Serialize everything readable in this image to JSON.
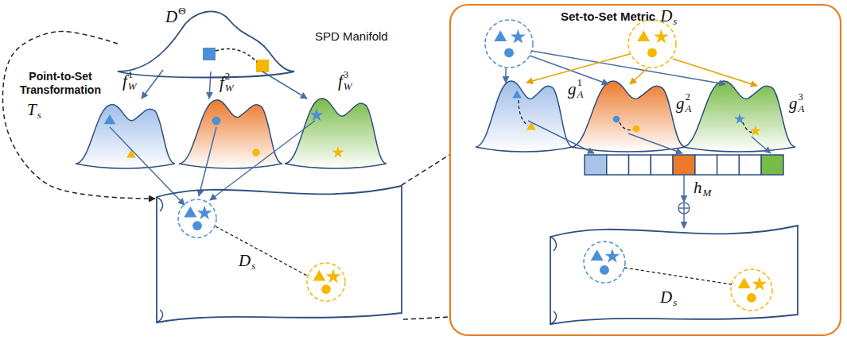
{
  "diagram": {
    "nodes": [
      {
        "text": [
          "SPD Manifold",
          "D",
          "Θ"
        ]
      },
      {
        "text": [
          "D",
          "s"
        ]
      },
      {
        "text": [
          "Set-to-Set Metric",
          "D",
          "s"
        ]
      },
      {
        "text": [
          "D",
          "s"
        ],
        "in": 2
      }
    ],
    "edges": [
      {
        "from": 0,
        "to": 1,
        "arrow": "to"
      },
      {
        "from": 1,
        "to": 2,
        "arrow": "none"
      }
    ],
    "labels": [
      "Point-to-Set Transformation",
      "T",
      "s",
      "f",
      "W",
      "1",
      "f",
      "W",
      "2",
      "f",
      "W",
      "3",
      "g",
      "A",
      "1",
      "g",
      "A",
      "2",
      "g",
      "A",
      "3",
      "h",
      "M"
    ]
  }
}
